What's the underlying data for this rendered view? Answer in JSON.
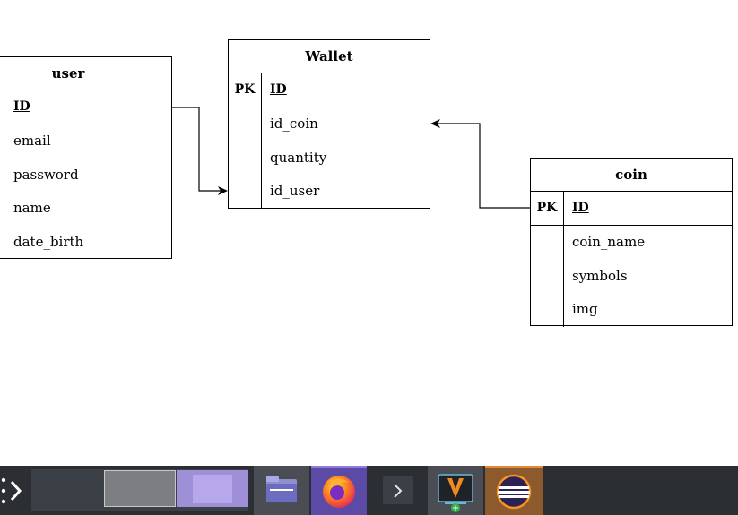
{
  "diagram": {
    "entities": [
      {
        "id": "user",
        "title": "user",
        "pk_label": "",
        "pk_field": "ID",
        "fields": [
          "email",
          "password",
          "name",
          "date_birth"
        ]
      },
      {
        "id": "wallet",
        "title": "Wallet",
        "pk_label": "PK",
        "pk_field": "ID",
        "fields": [
          "id_coin",
          "quantity",
          "id_user"
        ]
      },
      {
        "id": "coin",
        "title": "coin",
        "pk_label": "PK",
        "pk_field": "ID",
        "fields": [
          "coin_name",
          "symbols",
          "img"
        ]
      }
    ],
    "relations": [
      {
        "from": "user.ID",
        "to": "wallet.id_user"
      },
      {
        "from": "coin.ID",
        "to": "wallet.id_coin"
      }
    ]
  },
  "taskbar": {
    "items": [
      {
        "name": "application-menu",
        "icon": "app-menu-icon"
      },
      {
        "name": "virtual-desktop-pager",
        "desktops": 3,
        "active": 3
      },
      {
        "name": "file-manager",
        "icon": "folder-icon"
      },
      {
        "name": "firefox",
        "icon": "firefox-icon",
        "active": true
      },
      {
        "name": "terminal",
        "icon": "terminal-icon"
      },
      {
        "name": "drawio",
        "icon": "drawio-icon",
        "badge": "+"
      },
      {
        "name": "eclipse",
        "icon": "eclipse-icon",
        "active": true
      }
    ],
    "colors": {
      "background": "#2b2e33",
      "accent": "#e38a3a",
      "firefox_bg": "#5b4aa6"
    }
  }
}
